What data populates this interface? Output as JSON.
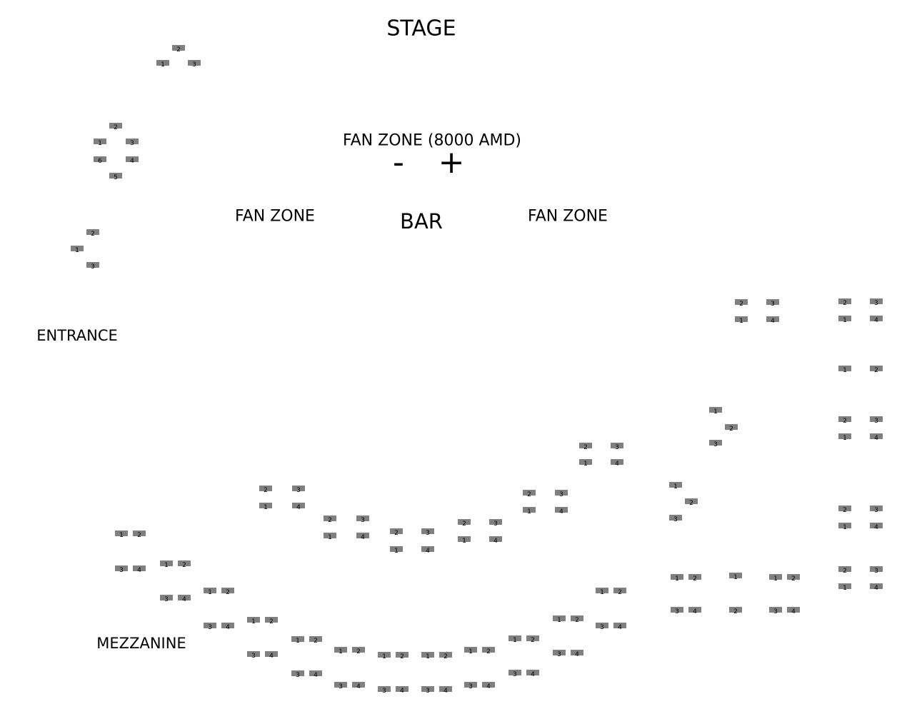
{
  "labels": {
    "stage": "STAGE",
    "fan_zone_price": "FAN ZONE (8000 AMD)",
    "zoom_out": "-",
    "zoom_in": "+",
    "fan_zone_left": "FAN ZONE",
    "bar": "BAR",
    "fan_zone_right": "FAN ZONE",
    "entrance": "ENTRANCE",
    "mezzanine": "MEZZANINE"
  },
  "seat_color": "#808080",
  "tables": [
    {
      "seats": [
        "2",
        "1",
        "3"
      ]
    },
    {
      "seats": [
        "2",
        "1",
        "3",
        "6",
        "4",
        "5"
      ]
    },
    {
      "seats": [
        "2",
        "1",
        "3"
      ]
    },
    {
      "seats": [
        "2",
        "3",
        "1",
        "4"
      ]
    },
    {
      "seats": [
        "2",
        "3",
        "1",
        "4"
      ]
    },
    {
      "seats": [
        "1",
        "2"
      ]
    },
    {
      "seats": [
        "2",
        "3",
        "1",
        "4"
      ]
    },
    {
      "seats": [
        "1",
        "2",
        "3"
      ]
    },
    {
      "seats": [
        "2",
        "3",
        "1",
        "4"
      ]
    },
    {
      "seats": [
        "1",
        "2",
        "3"
      ]
    },
    {
      "seats": [
        "2",
        "3",
        "1",
        "4"
      ]
    },
    {
      "seats": [
        "2",
        "3",
        "1",
        "4"
      ]
    },
    {
      "seats": [
        "2",
        "3",
        "1",
        "4"
      ]
    },
    {
      "seats": [
        "2",
        "3",
        "1",
        "4"
      ]
    },
    {
      "seats": [
        "2",
        "3",
        "1",
        "4"
      ]
    },
    {
      "seats": [
        "2",
        "3",
        "1",
        "4"
      ]
    },
    {
      "seats": [
        "2",
        "3",
        "1",
        "4"
      ]
    },
    {
      "seats": [
        "1",
        "2",
        "3",
        "4"
      ]
    },
    {
      "seats": [
        "1",
        "2",
        "3",
        "4"
      ]
    },
    {
      "seats": [
        "1",
        "2",
        "3",
        "4"
      ]
    },
    {
      "seats": [
        "1",
        "2",
        "3",
        "4"
      ]
    },
    {
      "seats": [
        "1",
        "2",
        "3",
        "4"
      ]
    },
    {
      "seats": [
        "1",
        "2",
        "3",
        "4"
      ]
    },
    {
      "seats": [
        "1",
        "2",
        "3",
        "4"
      ]
    },
    {
      "seats": [
        "1",
        "2",
        "3",
        "4"
      ]
    },
    {
      "seats": [
        "1",
        "2",
        "3",
        "4"
      ]
    },
    {
      "seats": [
        "1",
        "2",
        "3",
        "4"
      ]
    },
    {
      "seats": [
        "1",
        "2",
        "3",
        "4"
      ]
    },
    {
      "seats": [
        "1",
        "2",
        "3",
        "4"
      ]
    },
    {
      "seats": [
        "1",
        "2",
        "3",
        "4"
      ]
    },
    {
      "seats": [
        "1",
        "2"
      ]
    },
    {
      "seats": [
        "1",
        "2",
        "3",
        "4"
      ]
    }
  ]
}
